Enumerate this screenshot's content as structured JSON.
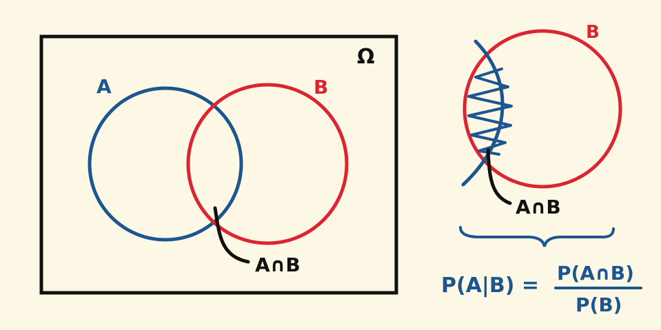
{
  "colors": {
    "background": "#fdf8e6",
    "set_a": "#1c5691",
    "set_b": "#db2532",
    "ink": "#111111",
    "formula": "#1c5691"
  },
  "left_diagram": {
    "universe_label": "Ω",
    "set_a_label": "A",
    "set_b_label": "B",
    "intersection_label": "A∩B"
  },
  "right_diagram": {
    "set_b_label": "B",
    "intersection_label": "A∩B"
  },
  "formula": {
    "lhs": "P(A|B) =",
    "numerator": "P(A∩B)",
    "denominator": "P(B)"
  }
}
